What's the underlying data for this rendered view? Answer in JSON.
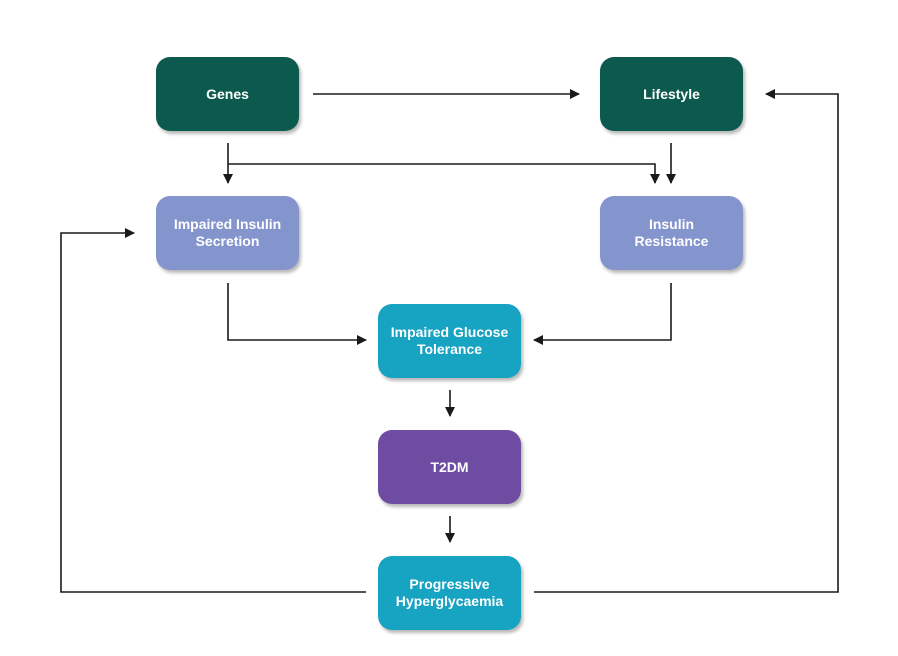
{
  "nodes": {
    "genes": {
      "lines": [
        "Genes"
      ]
    },
    "lifestyle": {
      "lines": [
        "Lifestyle"
      ]
    },
    "impaired_insulin_secretion": {
      "lines": [
        "Impaired Insulin",
        "Secretion"
      ]
    },
    "insulin_resistance": {
      "lines": [
        "Insulin",
        "Resistance"
      ]
    },
    "impaired_glucose_tolerance": {
      "lines": [
        "Impaired Glucose",
        "Tolerance"
      ]
    },
    "t2dm": {
      "lines": [
        "T2DM"
      ]
    },
    "progressive_hyperglycaemia": {
      "lines": [
        "Progressive",
        "Hyperglycaemia"
      ]
    }
  },
  "colors": {
    "dark_green": "#0c5a4e",
    "periwinkle": "#8494cd",
    "teal": "#17a3c2",
    "purple": "#6e4ca1",
    "arrow": "#1a1a1a"
  }
}
